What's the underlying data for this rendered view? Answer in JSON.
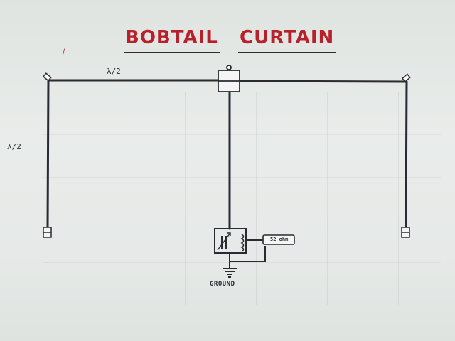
{
  "title": {
    "left": "BOBTAIL",
    "right": "CURTAIN"
  },
  "labels": {
    "top_wire": "λ/2",
    "side_wire": "λ/2",
    "ground": "GROUND",
    "coax": "52 ohm"
  },
  "marks": {
    "red_tick": "/"
  },
  "colors": {
    "title": "#b8202a",
    "ink": "#2c2c38",
    "paper": "#e4e8e6"
  }
}
